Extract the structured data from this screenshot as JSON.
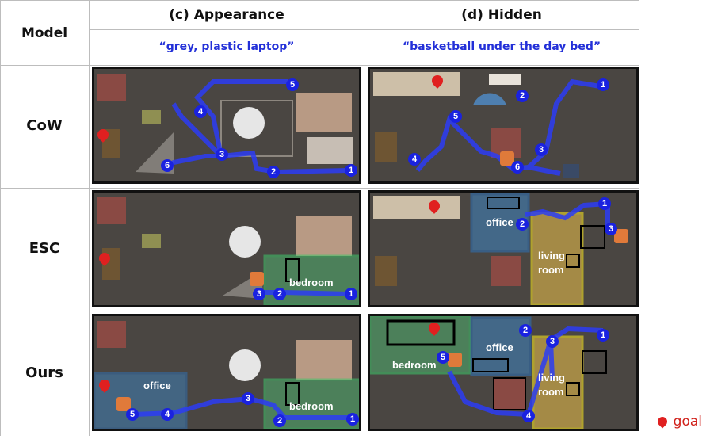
{
  "header": {
    "model_label": "Model",
    "col_c_title": "(c) Appearance",
    "col_d_title": "(d) Hidden",
    "col_c_query": "“grey, plastic laptop”",
    "col_d_query": "“basketball under the day bed”"
  },
  "rows": [
    {
      "label": "CoW"
    },
    {
      "label": "ESC"
    },
    {
      "label": "Ours"
    }
  ],
  "legend": {
    "label": "goal"
  },
  "regions": {
    "bedroom": "bedroom",
    "office": "office",
    "living": "living",
    "room": "room"
  },
  "colors": {
    "path": "#2b3cf5",
    "goal_pin": "#e02020",
    "office_fill": "#3f7fb8",
    "bedroom_fill": "#4fb06e",
    "living_fill": "#e0b84a",
    "living_border": "#f2e020"
  },
  "markers": {
    "cow_c": [
      "5",
      "4",
      "3",
      "2",
      "1",
      "6"
    ],
    "cow_d": [
      "1",
      "2",
      "5",
      "3",
      "4",
      "6"
    ],
    "esc_c": [
      "3",
      "2",
      "1"
    ],
    "esc_d": [
      "1",
      "2",
      "3"
    ],
    "ours_c": [
      "3",
      "4",
      "5",
      "2",
      "1"
    ],
    "ours_d": [
      "1",
      "2",
      "3",
      "5",
      "4"
    ]
  }
}
